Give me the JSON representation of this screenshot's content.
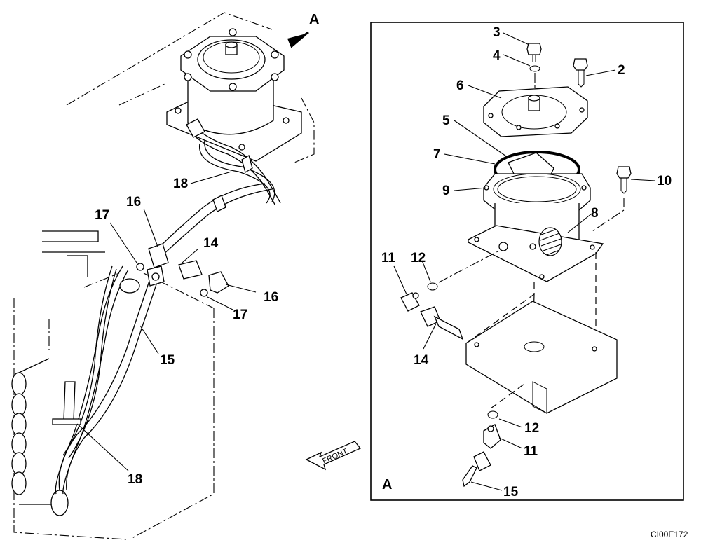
{
  "figure": {
    "view_label_main": "A",
    "view_label_detail": "A",
    "direction_label": "FRONT",
    "figure_code": "CI00E172"
  },
  "callouts": {
    "c2": "2",
    "c3": "3",
    "c4": "4",
    "c5": "5",
    "c6": "6",
    "c7": "7",
    "c8": "8",
    "c9": "9",
    "c10": "10",
    "c11a": "11",
    "c11b": "11",
    "c12a": "12",
    "c12b": "12",
    "c14a": "14",
    "c14b": "14",
    "c15a": "15",
    "c15b": "15",
    "c16a": "16",
    "c16b": "16",
    "c17a": "17",
    "c17b": "17",
    "c18a": "18",
    "c18b": "18"
  }
}
